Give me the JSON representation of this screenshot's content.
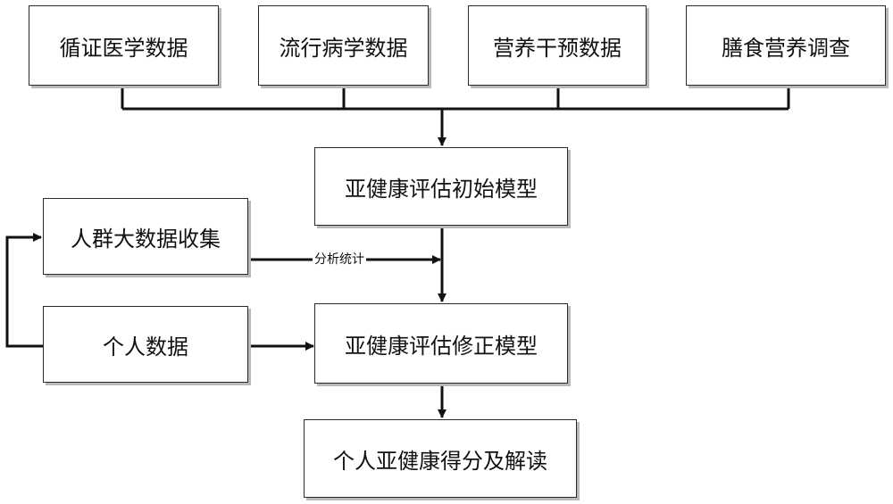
{
  "nodes": {
    "source_1": "循证医学数据",
    "source_2": "流行病学数据",
    "source_3": "营养干预数据",
    "source_4": "膳食营养调查",
    "initial_model": "亚健康评估初始模型",
    "crowd_data": "人群大数据收集",
    "personal_data": "个人数据",
    "revised_model": "亚健康评估修正模型",
    "result": "个人亚健康得分及解读"
  },
  "edge_labels": {
    "analysis": "分析统计"
  },
  "colors": {
    "line": "#111111",
    "box_border": "#2a2a2a",
    "box_shadow": "#b9b9b9"
  }
}
